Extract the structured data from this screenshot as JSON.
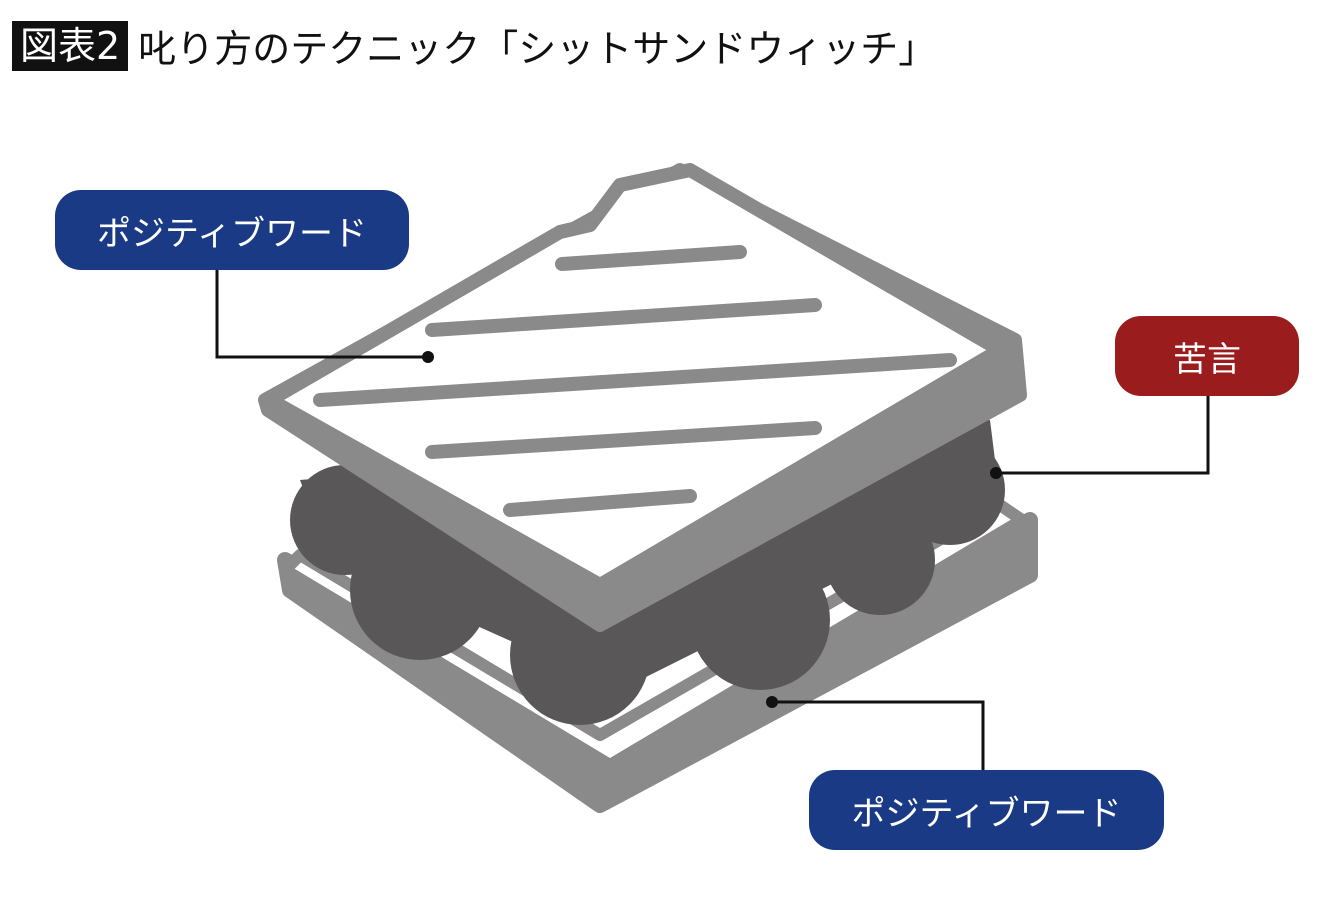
{
  "title": {
    "badge": "図表2",
    "text": "叱り方のテクニック「シットサンドウィッチ」"
  },
  "labels": {
    "top": "ポジティブワード",
    "middle": "苦言",
    "bottom": "ポジティブワード"
  },
  "colors": {
    "positive": "#1b3a86",
    "criticism": "#9a1c1c",
    "bread": "#8a8a8a",
    "filling": "#595757"
  }
}
